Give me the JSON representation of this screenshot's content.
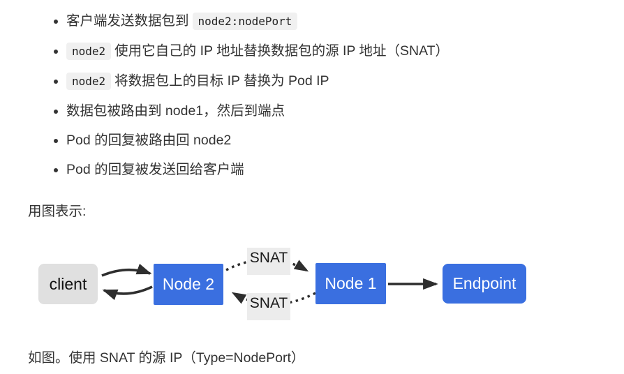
{
  "bullets": [
    {
      "text": "客户端发送数据包到",
      "code": "node2:nodePort"
    },
    {
      "code": "node2",
      "text": "使用它自己的 IP 地址替换数据包的源 IP 地址（SNAT）"
    },
    {
      "code": "node2",
      "text": "将数据包上的目标 IP 替换为 Pod IP"
    },
    {
      "text": "数据包被路由到 node1，然后到端点"
    },
    {
      "text": "Pod 的回复被路由回 node2"
    },
    {
      "text": "Pod 的回复被发送回给客户端"
    }
  ],
  "figure_intro": "用图表示:",
  "caption": "如图。使用 SNAT 的源 IP（Type=NodePort）",
  "diagram": {
    "nodes": {
      "client": {
        "label": "client"
      },
      "node2": {
        "label": "Node 2"
      },
      "node1": {
        "label": "Node 1"
      },
      "endpoint": {
        "label": "Endpoint"
      }
    },
    "edge_labels": {
      "top": "SNAT",
      "bottom": "SNAT"
    },
    "colors": {
      "node_blue": "#3a6fe0",
      "client_gray": "#e0e0e0",
      "label_bg": "#ececec",
      "arrow": "#2e2e2e",
      "node_text": "#ffffff"
    }
  }
}
